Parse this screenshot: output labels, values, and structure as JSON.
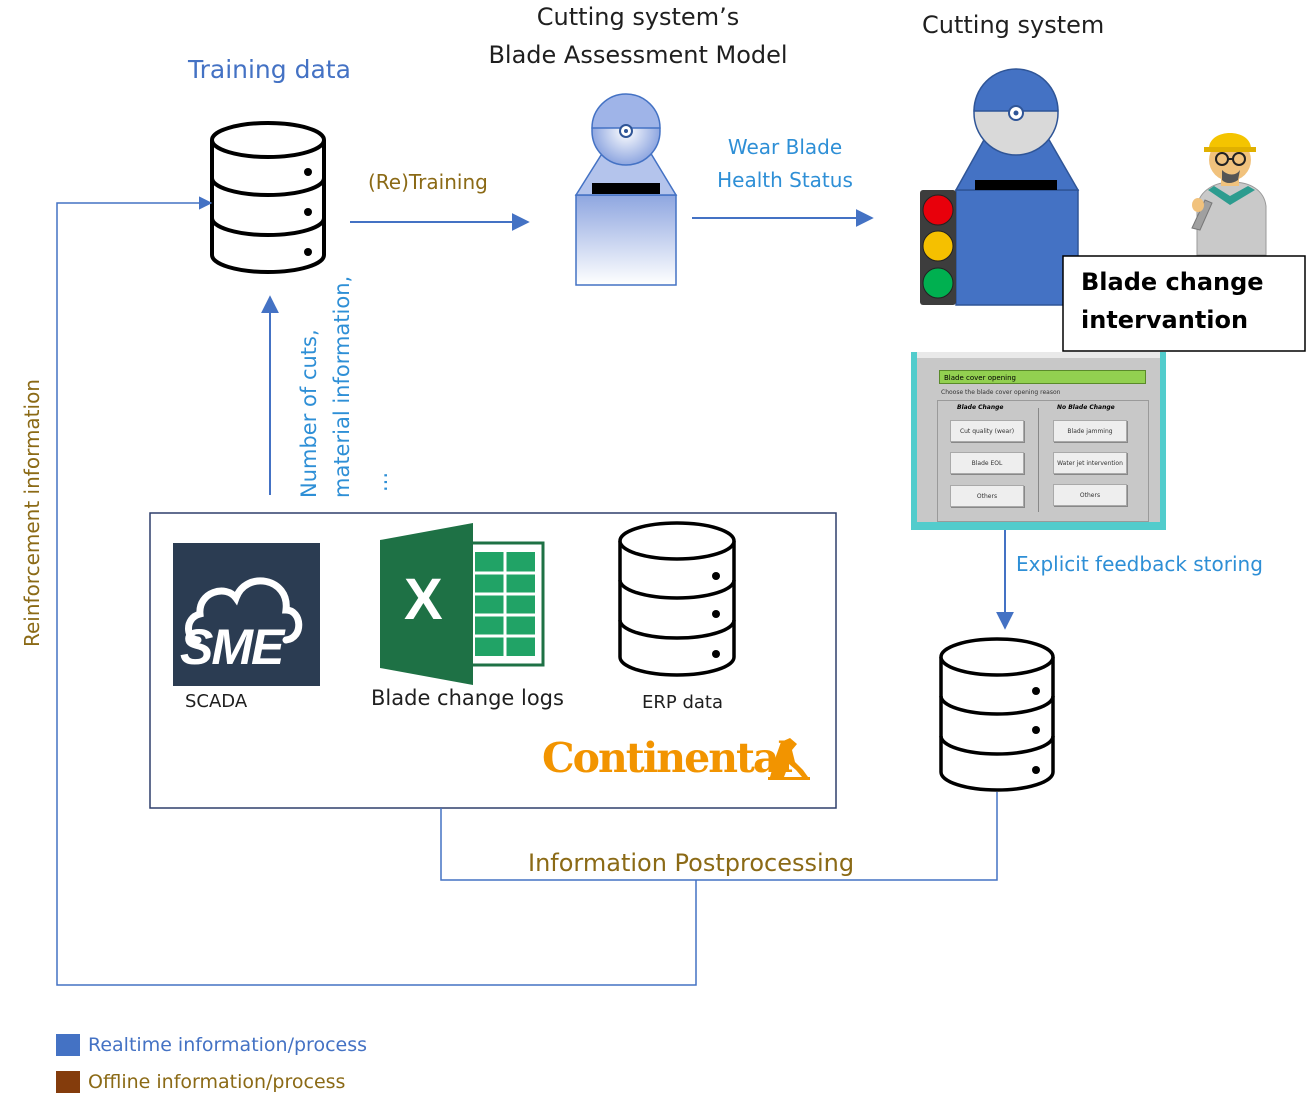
{
  "titles": {
    "training_data": "Training data",
    "model_line1": "Cutting system’s",
    "model_line2": "Blade Assessment Model",
    "cutting_system": "Cutting system"
  },
  "edges": {
    "retraining": "(Re)Training",
    "wear_line1": "Wear Blade",
    "wear_line2": "Health Status",
    "feedback": "Explicit feedback storing",
    "postprocessing": "Information Postprocessing",
    "reinforcement": "Reinforcement information",
    "cuts_line1": "Number of cuts,",
    "cuts_line2": "material information,",
    "cuts_line3": "..."
  },
  "intervention": {
    "line1": "Blade change",
    "line2": "intervantion"
  },
  "sources": {
    "scada": "SCADA",
    "sme_logo": "SME",
    "excel_logo": "X",
    "blade_logs": "Blade change logs",
    "erp": "ERP data",
    "continental_logo": "Continental"
  },
  "screen": {
    "header": "Blade cover opening",
    "subtitle": "Choose the blade cover opening reason",
    "col_left": "Blade Change",
    "col_right": "No Blade Change",
    "buttons_left": [
      "Cut quality (wear)",
      "Blade EOL",
      "Others"
    ],
    "buttons_right": [
      "Blade jamming",
      "Water jet intervention",
      "Others"
    ]
  },
  "legend": [
    {
      "label": "Realtime information/process",
      "color": "#4472c4"
    },
    {
      "label": "Offline information/process",
      "color": "#843c0c"
    }
  ],
  "colors": {
    "realtime": "#4472c4",
    "offline": "#843c0c",
    "olive_text": "#8b6a16",
    "continental_orange": "#f29400"
  }
}
